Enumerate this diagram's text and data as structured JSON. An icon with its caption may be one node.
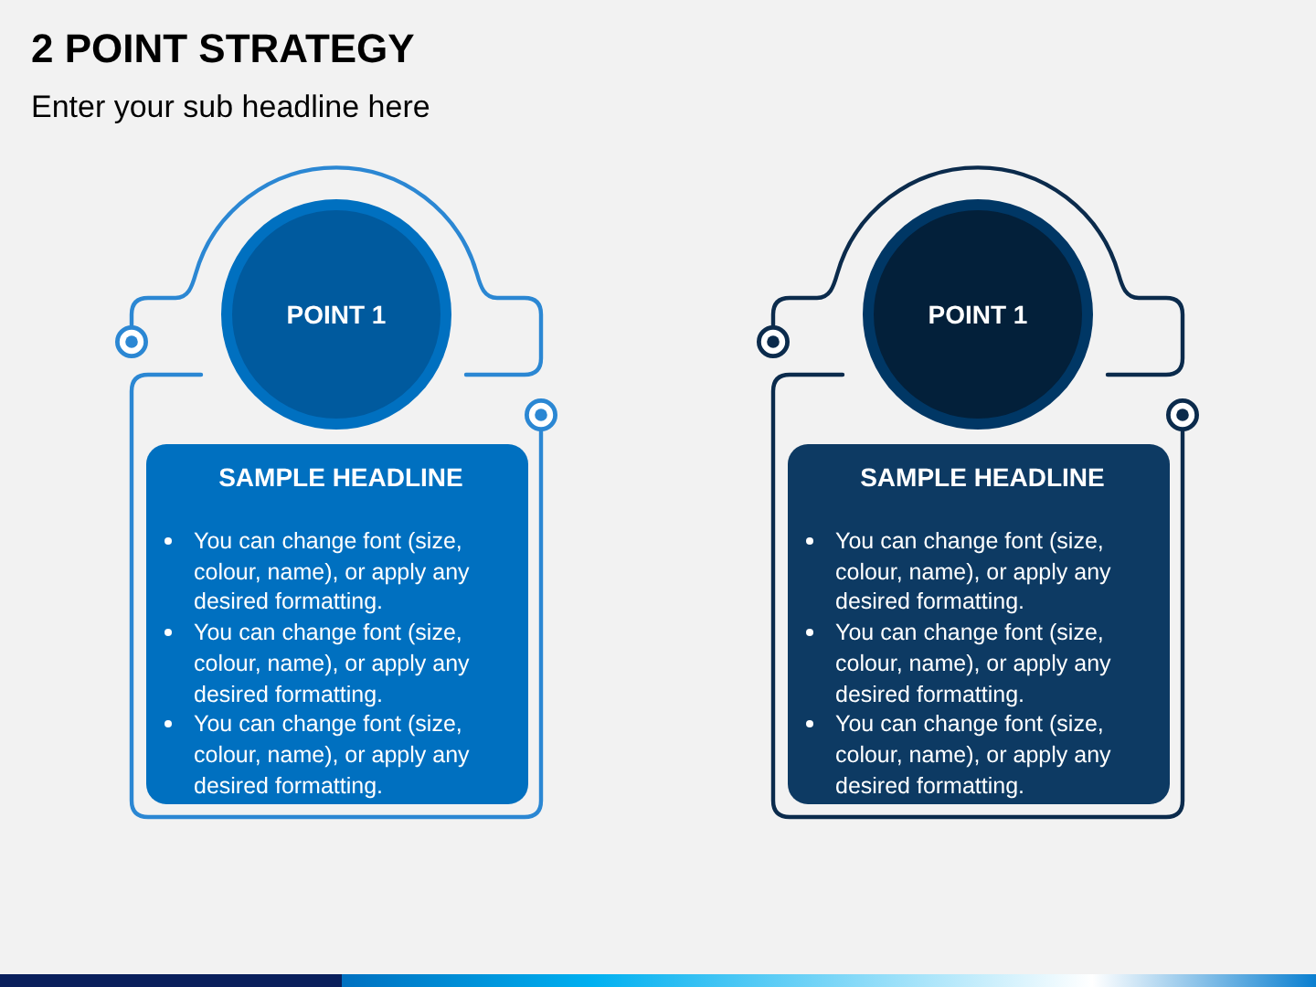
{
  "diagram": {
    "title": "2 POINT STRATEGY",
    "nodes": [
      {
        "text": [
          "POINT 1"
        ]
      },
      {
        "text": [
          "SAMPLE HEADLINE",
          "You can change font (size, colour, name), or apply any desired formatting.",
          "You can change font (size, colour, name), or apply any desired formatting.",
          "You can change font (size, colour, name), or apply any desired formatting."
        ]
      },
      {
        "text": [
          "POINT 1"
        ]
      },
      {
        "text": [
          "SAMPLE HEADLINE",
          "You can change font (size, colour, name), or apply any desired formatting.",
          "You can change font (size, colour, name), or apply any desired formatting.",
          "You can change font (size, colour, name), or apply any desired formatting."
        ]
      }
    ],
    "labels": [
      "Enter your sub headline here"
    ]
  }
}
